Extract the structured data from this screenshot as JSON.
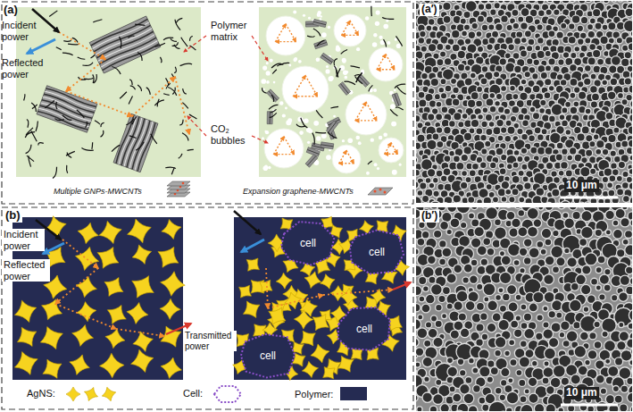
{
  "diagram": {
    "nodes": [
      {
        "text": [
          "cell"
        ]
      },
      {
        "text": [
          "cell"
        ]
      },
      {
        "text": [
          "cell"
        ]
      },
      {
        "text": [
          "cell"
        ]
      }
    ],
    "labels": [
      "(a)",
      "Incident power",
      "Reflected power",
      "Polymer matrix",
      "CO₂ bubbles",
      "Multiple GNPs-MWCNTs",
      "Expansion graphene-MWCNTs",
      "(a′)",
      "10 μm",
      "(b)",
      "Incident power",
      "Reflected power",
      "Transmitted power",
      "(b′)",
      "10 μm"
    ],
    "legend": [
      {
        "text": "AgNS:"
      },
      {
        "text": "Cell:"
      },
      {
        "text": "Polymer:",
        "color": "#252b52"
      }
    ]
  }
}
